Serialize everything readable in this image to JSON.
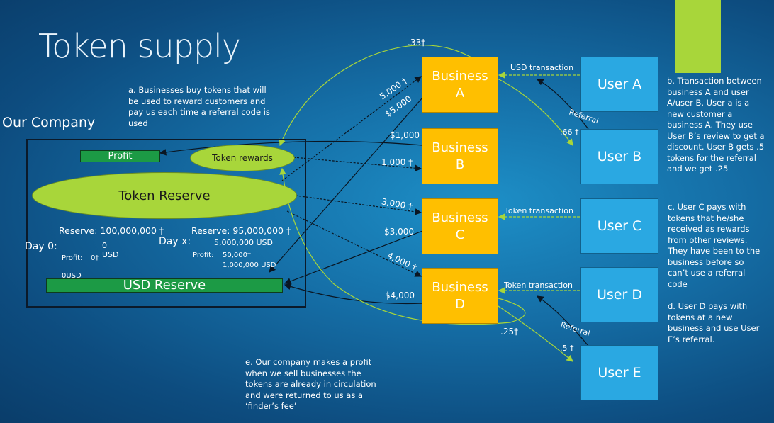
{
  "title": "Token supply",
  "company": {
    "label": "Our Company",
    "profit_box": "Profit",
    "token_reserve": "Token Reserve",
    "token_rewards": "Token rewards",
    "usd_reserve": "USD Reserve",
    "day0": {
      "label": "Day 0:",
      "reserve": "Reserve: 100,000,000 †",
      "usd_value": "0",
      "usd_unit": "USD",
      "profit_label": "Profit:",
      "profit_tokens": "0†",
      "usd_reserve_value": "0USD"
    },
    "dayx": {
      "label": "Day x:",
      "reserve": "Reserve: 95,000,000 †",
      "usd_value": "5,000,000 USD",
      "profit_label": "Profit:",
      "profit_tokens": "50,000†",
      "profit_usd": "1,000,000 USD"
    }
  },
  "businesses": [
    {
      "line1": "Business",
      "line2": "A"
    },
    {
      "line1": "Business",
      "line2": "B"
    },
    {
      "line1": "Business",
      "line2": "C"
    },
    {
      "line1": "Business",
      "line2": "D"
    }
  ],
  "users": [
    "User A",
    "User B",
    "User C",
    "User D",
    "User E"
  ],
  "flow_labels": {
    "a_tokens": "5,000 †",
    "a_usd": "$5,000",
    "b_usd": "$1,000",
    "b_tokens": "1,000 †",
    "c_tokens": "3,000 †",
    "c_usd": "$3,000",
    "d_tokens": "4,000 †",
    "d_usd": "$4,000",
    "a_fee": ".33†",
    "d_fee": ".25†",
    "ab_reward": ".66 †",
    "de_reward": ".5 †",
    "usd_transaction": "USD transaction",
    "token_transaction_c": "Token transaction",
    "token_transaction_d": "Token transaction",
    "referral_ab": "Referral",
    "referral_de": "Referral"
  },
  "notes": {
    "a": "a. Businesses buy tokens that will be used to reward customers and pay us each time a referral code is used",
    "b": "b. Transaction between business A and user A/user B. User a is a new customer a business A. They use User B’s review to get a discount. User B gets .5 tokens for the referral and we get .25",
    "c": "c. User C pays with tokens that he/she received as rewards from other reviews. They have been to the business before so can’t use a referral code",
    "d": "d. User D pays with tokens at a new business and use User E’s referral.",
    "e": "e. Our company makes a profit when we sell businesses the tokens are already in circulation and were returned to us as a ‘finder’s fee’"
  },
  "colors": {
    "business": "#ffbf00",
    "user": "#2aa8e2",
    "green": "#a8d63a",
    "usd_reserve": "#1c9a45"
  }
}
